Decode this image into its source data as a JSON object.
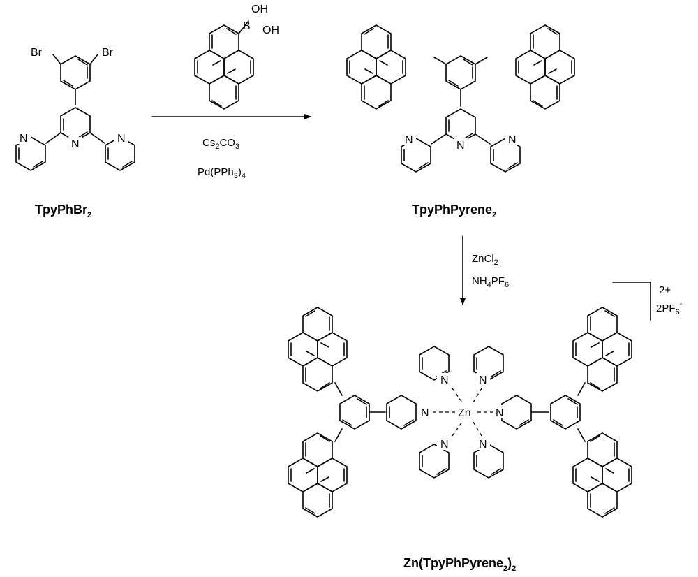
{
  "reactant": {
    "name": "TpyPhBr",
    "name_subscript": "2",
    "substituent_labels": [
      "Br",
      "Br"
    ],
    "n_labels": [
      "N",
      "N",
      "N"
    ]
  },
  "boronic_acid": {
    "boron_label": "B",
    "oh_labels": [
      "OH",
      "OH"
    ]
  },
  "step1": {
    "reagent1": {
      "main": "Cs",
      "sub1": "2",
      "mid": "CO",
      "sub2": "3"
    },
    "reagent2": {
      "main": "Pd(PPh",
      "sub1": "3",
      "mid": ")",
      "sub2": "4"
    }
  },
  "intermediate": {
    "name": "TpyPhPyrene",
    "name_subscript": "2",
    "n_labels": [
      "N",
      "N",
      "N"
    ]
  },
  "step2": {
    "reagent1": {
      "main": "ZnCl",
      "sub1": "2"
    },
    "reagent2": {
      "main": "NH",
      "sub1": "4",
      "mid": "PF",
      "sub2": "6"
    }
  },
  "product": {
    "name_prefix": "Zn(TpyPhPyrene",
    "name_subscript": "2",
    "name_close": ")",
    "name_subscript2": "2",
    "metal": "Zn",
    "n_labels": [
      "N",
      "N",
      "N",
      "N",
      "N",
      "N"
    ],
    "charge": "2+",
    "counterion": {
      "main": "2PF",
      "sub": "6",
      "sup": "-"
    }
  }
}
